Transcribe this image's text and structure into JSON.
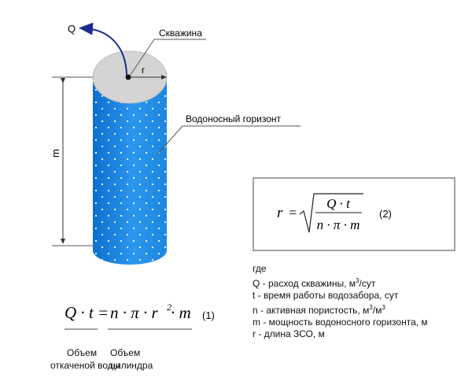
{
  "diagram": {
    "labels": {
      "flow": "Q",
      "well": "Скважина",
      "radius": "r",
      "aquifer": "Водоносный горизонт",
      "thickness": "m"
    },
    "formula_1": {
      "lhs": "Q · t",
      "equals": "=",
      "rhs": "n · π · r",
      "rhs_exp": "2",
      "rhs_tail": " · m",
      "number": "(1)"
    },
    "formula_2": {
      "lhs": "r",
      "equals": "=",
      "numerator": "Q · t",
      "denominator": "n · π · m",
      "number": "(2)"
    },
    "captions": {
      "left_line1": "Объем",
      "left_line2": "откаченой воды",
      "right_line1": "Объем",
      "right_line2": "цилиндра"
    },
    "legend": {
      "title": "где",
      "items": [
        {
          "text": "Q - расход скважины, м",
          "sup": "3",
          "tail": "/сут"
        },
        {
          "text": "t - время работы водозабора, сут",
          "sup": "",
          "tail": ""
        },
        {
          "text": "n - активная пористость, м",
          "sup": "3",
          "tail": "/м",
          "sup2": "3"
        },
        {
          "text": "m - мощность водоносного горизонта, м",
          "sup": "",
          "tail": ""
        },
        {
          "text": "r - длина ЗСО, м",
          "sup": "",
          "tail": ""
        }
      ]
    },
    "colors": {
      "cylinder_fill": "#1f8de6",
      "cylinder_top": "#d4d4d4",
      "arrow": "#1a2a8c",
      "line": "#555555",
      "dots": "#ffffff"
    }
  }
}
